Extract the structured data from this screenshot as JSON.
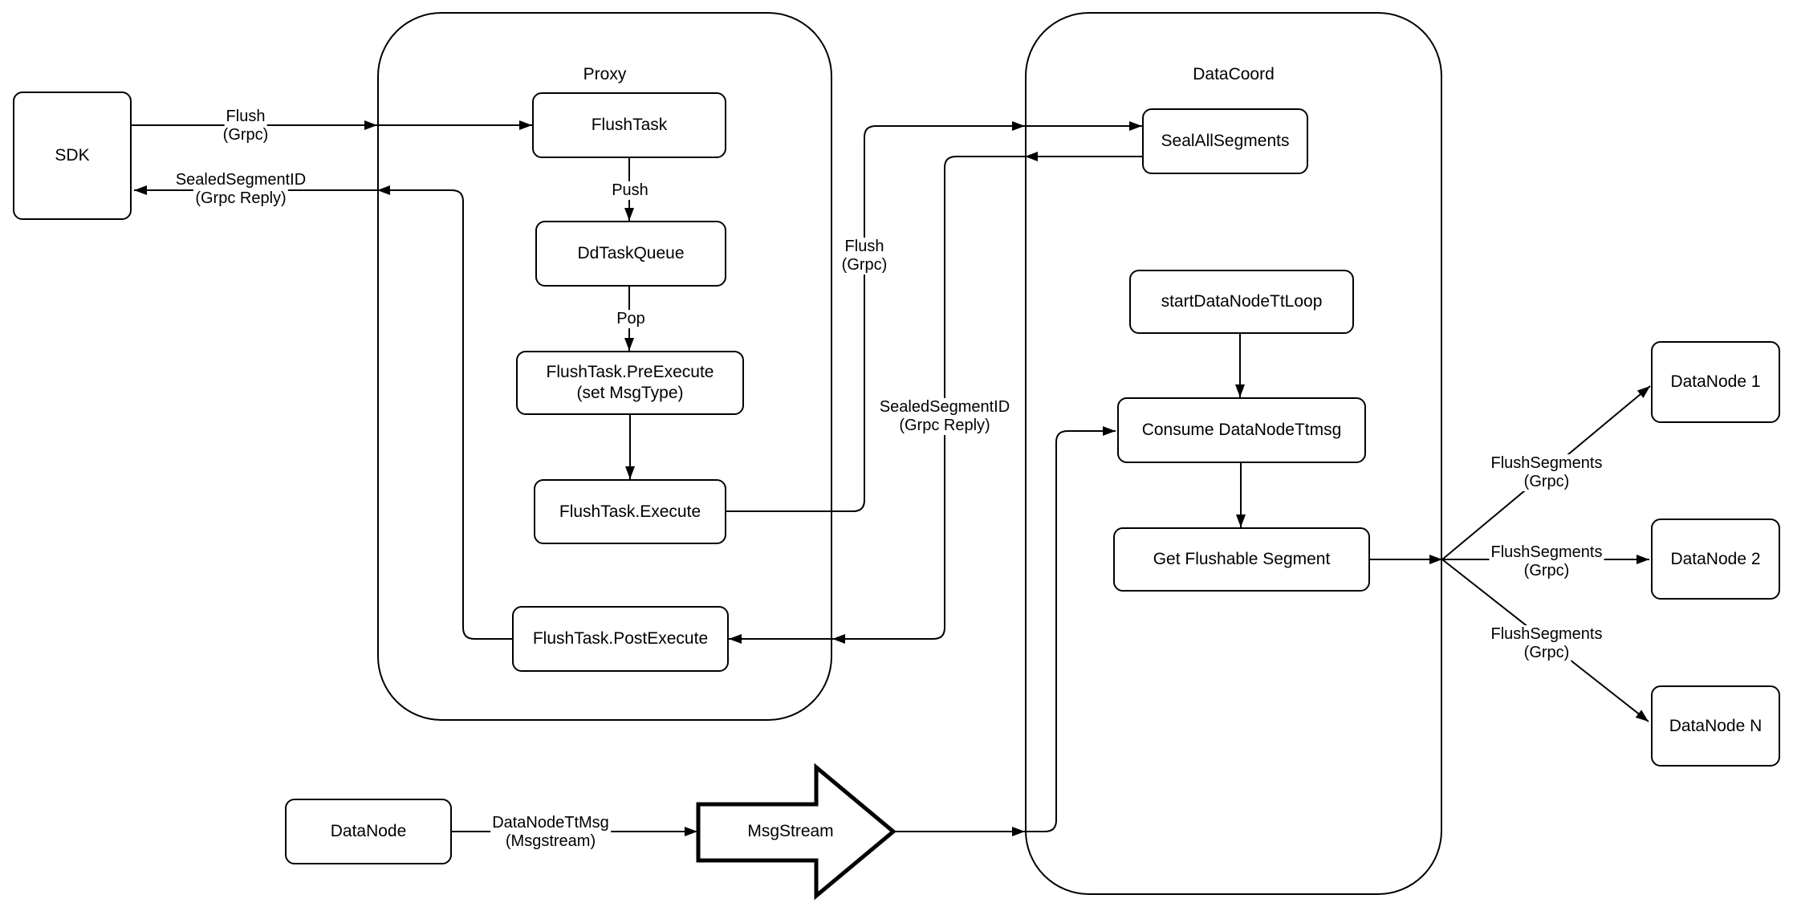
{
  "diagram": {
    "containers": {
      "proxy": "Proxy",
      "datacoord": "DataCoord"
    },
    "nodes": {
      "sdk": "SDK",
      "flush_task": "FlushTask",
      "dd_task_queue": "DdTaskQueue",
      "pre_execute_line1": "FlushTask.PreExecute",
      "pre_execute_line2": "(set MsgType)",
      "execute": "FlushTask.Execute",
      "post_execute": "FlushTask.PostExecute",
      "seal_all_segments": "SealAllSegments",
      "start_datanode_tt_loop": "startDataNodeTtLoop",
      "consume_datanode_ttmsg": "Consume DataNodeTtmsg",
      "get_flushable_segment": "Get Flushable Segment",
      "datanode_1": "DataNode 1",
      "datanode_2": "DataNode 2",
      "datanode_n": "DataNode N",
      "datanode": "DataNode",
      "msgstream": "MsgStream"
    },
    "edge_labels": {
      "sdk_flush": {
        "line1": "Flush",
        "line2": "(Grpc)"
      },
      "sdk_reply": {
        "line1": "SealedSegmentID",
        "line2": "(Grpc Reply)"
      },
      "push": "Push",
      "pop": "Pop",
      "flush_mid": {
        "line1": "Flush",
        "line2": "(Grpc)"
      },
      "reply_mid": {
        "line1": "SealedSegmentID",
        "line2": "(Grpc Reply)"
      },
      "flush_segments_1": {
        "line1": "FlushSegments",
        "line2": "(Grpc)"
      },
      "flush_segments_2": {
        "line1": "FlushSegments",
        "line2": "(Grpc)"
      },
      "flush_segments_3": {
        "line1": "FlushSegments",
        "line2": "(Grpc)"
      },
      "datanode_ttmsg": {
        "line1": "DataNodeTtMsg",
        "line2": "(Msgstream)"
      }
    },
    "colors": {
      "stroke": "#000000",
      "background": "#ffffff"
    }
  }
}
